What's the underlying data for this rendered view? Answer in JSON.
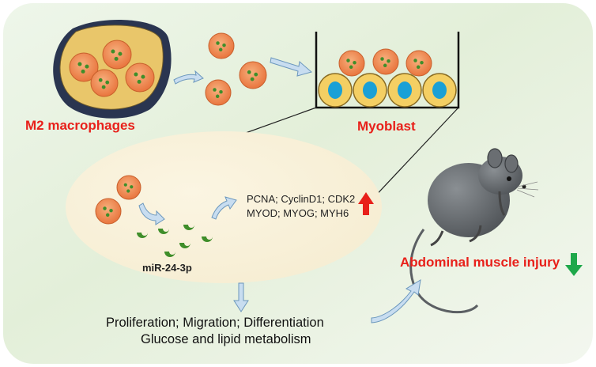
{
  "labels": {
    "m2_macrophages": "M2 macrophages",
    "myoblast": "Myoblast",
    "markers_line1": "PCNA; CyclinD1; CDK2",
    "markers_line2": "MYOD; MYOG; MYH6",
    "mirna": "miR-24-3p",
    "injury": "Abdominal muscle injury",
    "outcome_line1": "Proliferation; Migration; Differentiation",
    "outcome_line2": "Glucose and lipid metabolism"
  },
  "indicators": {
    "markers": "up",
    "injury": "down"
  },
  "colors": {
    "label_red": "#e8201a",
    "up_arrow": "#e8201a",
    "down_arrow": "#1ea84a",
    "macrophage_fill": "#ef8a4e",
    "vesicle_green": "#3f8e2a",
    "myoblast_fill": "#f4cf63",
    "nucleus_blue": "#1aa0d6",
    "flow_arrow": "#a9cde9",
    "mouse_gray": "#5b5f63"
  }
}
